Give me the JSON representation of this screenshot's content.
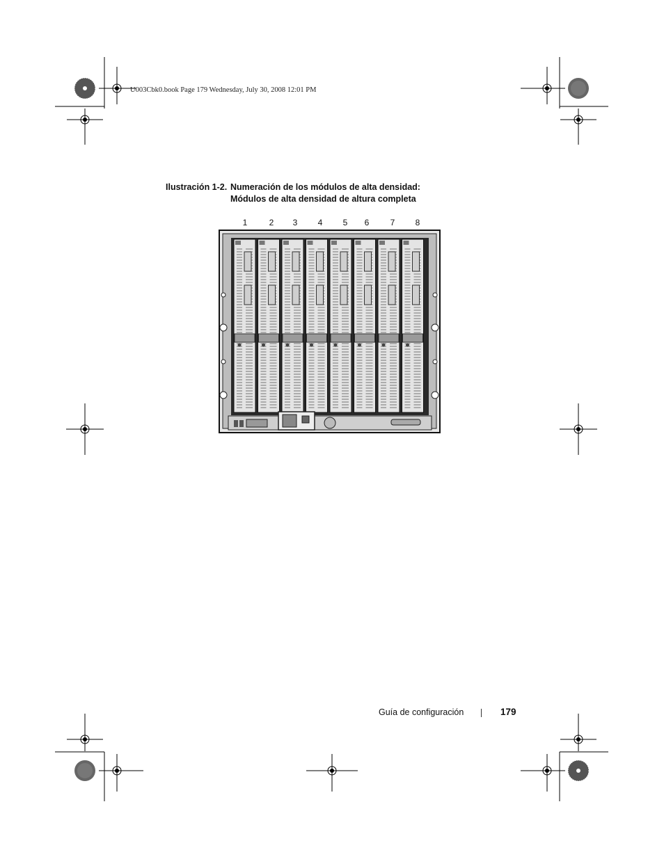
{
  "header": {
    "slug": "U003Cbk0.book  Page 179  Wednesday, July 30, 2008  12:01 PM"
  },
  "figure": {
    "label": "Ilustración 1-2.",
    "title_line1": "Numeración de los módulos de alta densidad:",
    "title_line2": "Módulos de alta densidad de altura completa",
    "slot_numbers": [
      "1",
      "2",
      "3",
      "4",
      "5",
      "6",
      "7",
      "8"
    ]
  },
  "footer": {
    "section": "Guía de configuración",
    "page_number": "179"
  }
}
